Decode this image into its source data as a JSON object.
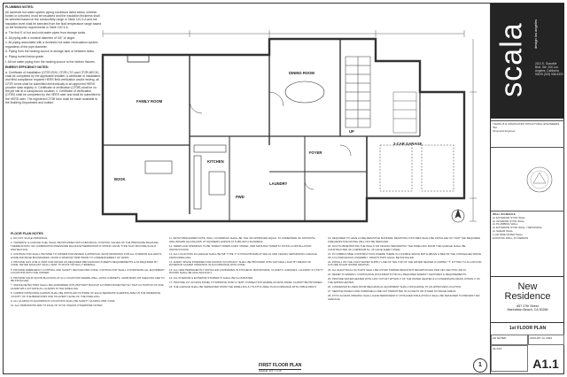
{
  "notes_top": {
    "plumbing_heading": "PLUMBING NOTES:",
    "plumbing_text": "All domestic hot water system piping conditions listed below, whether buried or unburied, must be insulated and the insulation thickness shall be selected based on the conductivity range in Table 120.3-A and the insulation level shall be selected from the fluid temperature range based on the thickness requirements in Table 120.3-A.",
    "plumbing_items": [
      "a. The first 5' of hot and cold-water pipes from storage tanks.",
      "b. All piping with a nominal diameter of 3/4\" or larger.",
      "c. All piping associated with a domestic hot water recirculation system regardless of the pipe diameter.",
      "d. Piping from the heating source to storage tank or between tanks.",
      "e. Piping buried below grade.",
      "f. All hot water piping from the heating source to the kitchen fixtures."
    ],
    "energy_heading": "ENERGY EFFICIENCY NOTES:",
    "energy_text": "a. Certificate of Installation (CF2R-ENV, CF2R-LTG and CF2R-MECH) shall be completed by the applicable installer. A certificate of installation, and field compliance required HERS field verification and/or testing, all CF2R forms shall be submitted electronically to an approved HERS provider data registry. b. Certificate of verification (CF3R) shall be on the job site at a conspicuous location. c. Certificate of verification (CF3R) shall be completed by the HERS rater and shall be submitted to the HERS rater. The registered CF3R form shall be made available to the Building Department and builder."
  },
  "general_notes": {
    "heading": "FLOOR PLAN NOTES",
    "col1": [
      "1. DO NOT SCALE DRAWINGS.",
      "2. OWNER(S) & GARAGE FUEL SHALL BE PROVIDED WITH INDIVIDUAL CONTROL VALVES OF THE PRESSURE BALANCE, THERMOSTATIC OR COMBINATION PRESSURE BALANCE/THERMOSTATIC MIXING VALVE TYPE THAT PROVIDE SCALD PROTECTION.",
      "3. CONTRACTOR SHALL PROVIDE TO OWNER FOR REVIEW & APPROVAL SHOP DRAWINGS FOR ALL INTERIOR HALLWAYS, HOME AND BASE BOUNDARIES, DOOR & WINDOW TRIM PRIOR TO COMMENCEMENT OF WORK.",
      "4. PROVIDE GAS LINE & VENT FOR DRYER AS REQUIRED PER MANUFACTURER'S REQUIREMENTS & AS REQUIRED BY CODE. DRYER EXHAUST SHALL VENT TO ROOF OR WALL TERMINAL.",
      "5. PROVIDE EMERGENCY CONTROL AND SAFETY DEVICES PER CODE. CONTRACTOR SHALL COORDINATE ALL EQUIPMENT LOCATIONS WITH THE OWNER.",
      "6. PROVIDE SOLID WOOD BLOCKING AT ALL LOCATIONS WHERE WALL-HUNG CABINETS, GRAB BARS OR SHELVING ARE TO BE INSTALLED.",
      "7. SMOKE DETECTORS SHALL BE HARDWIRED WITH BATTERY BACKUP & INTERCONNECTED SO THAT ACTUATION OF ONE ALARM WILL ACTIVATE ALL ALARMS IN THE DWELLING.",
      "8. CARBON MONOXIDE ALARMS SHALL BE INSTALLED OUTSIDE OF EACH SEPARATE SLEEPING AREA IN THE IMMEDIATE VICINITY OF THE BEDROOMS AND ON EVERY LEVEL OF THE DWELLING.",
      "9. ALL GLAZING IN HAZARDOUS LOCATIONS SHALL BE SAFETY GLAZING PER CODE.",
      "10. ALL DIMENSIONS ARE TO FACE OF STUD UNLESS OTHERWISE NOTED."
    ],
    "col2": [
      "11. BATHTUB/SHOWER NOTE: WALL COVERINGS SHALL BE TILE OR APPROVED EQUAL TO UNDERSIDE OF OPPOSITE WALLBOARD (GLASS-MAT) AT SHOWERS AND/OR AT TUBS WITH SHOWERS.",
      "12. FIREPLACE OPENINGS TO BE \"DIRECT FIREPLACES\" MODEL, PER MANUFACTURER'S LISTING & INSTALLATION INSTRUCTIONS.",
      "13. ALL LOCATIONS IN GARAGE SHALL BE 5/8\" TYPE 'X' GYPSUM BOARD AT WALLS AND CEILING SEPARATING GARAGE FROM DWELLING.",
      "14. EVERY SPACE INTENDED FOR HUMAN OCCUPANCY SHALL BE PROVIDED WITH NATURAL LIGHT BY MEANS OF EXTERIOR GLAZED OPENINGS IN ACCORDANCE WITH CODE.",
      "15. ALL NEW PERMANENTLY INSTALLED LUMINAIRES IN KITCHENS, BATHROOMS, CLOSETS, GARAGES, LAUNDRY & UTILITY ROOMS SHALL BE HIGH EFFICACY.",
      "16. ALL INTERIOR & EXTERIOR STAIRWAYS SHALL BE ILLUMINATED.",
      "17. PROVIDE 1/2\" ACCESS PANEL TO IMPROVE TRAP & VENT CONNECTION WHERE ACCESS PANEL CANNOT BE PROVIDED.",
      "18. THE GARAGE SHALL BE SEPARATED FROM THE DWELLING & ITS ATTIC AREA IN ACCORDANCE WITH TABLE R302.6."
    ],
    "col3": [
      "19. REQUIRED TO HAVE A FIRE-RESISTIVE MATERIAL RESISTING FIXTURES SHALL BE INSTALLED SO THAT THE REQUIRED FIRE-RESISTIVE RATING WILL NOT BE REDUCED.",
      "20. DUCTS PENETRATING THE WALLS OR CEILING SEPARATING THE DWELLING FROM THE GARAGE SHALL BE CONSTRUCTED OF A MINIMUM No. 26 GAGE SHEET STEEL.",
      "21. IN COMBUSTIBLE CONSTRUCTION WHERE THERE IS A USABLE SPACE BOTH ABOVE & BELOW THE CONCEALED SPACE OF A FLOOR/CEILING ASSEMBLY, DRAFTSTOPS SHALL BE INSTALLED.",
      "22. INSTALL ON THE COLD WATER SUPPLY LINE OF THE TOP OF THE WATER HEATER A CAPPED \"T\" FITTING TO ALLOW FOR FUTURE SOLAR WATER HEATING.",
      "23. ALL ELECTRICAL OUTLETS SHALL BE LISTED TAMPER-RESISTANT RECEPTACLES PER CEC SECTION 406.12.",
      "24. REFER TO ENERGY COMPLIANCE DOCUMENTS FOR ALL REQUIRED ENERGY FEATURES & REQUIREMENTS.",
      "25. PROVIDE WATER HEATER WITH 120V OUTLET WITHIN 3' OF THE WATER HEATER & A CONDENSATE DRAIN WITHIN 2' OF THE WATER HEATER.",
      "26. CONDENSATE LINES FROM MECHANICAL EQUIPMENT SHALL DISCHARGE TO AN APPROVED LOCATION.",
      "27. SERVICE PANELS AND SUBPANELS ARE NOT PERMITTED IN CLOSETS OR OTHER STORAGE AREAS.",
      "28. ATTIC ACCESS OPENING SHALL HAVE PERMANENTLY ATTACHED INSULATION & SHALL BE DESIGNED TO PREVENT AIR LEAKAGE."
    ]
  },
  "rooms": {
    "family_room": "FAMILY ROOM",
    "dining_room": "DINING ROOM",
    "foyer": "FOYER",
    "kitchen": "KITCHEN",
    "book": "BOOK",
    "garage": "2-CAR GARAGE",
    "laundry": "LAUNDRY",
    "pwd": "PWD",
    "up": "UP"
  },
  "title_block": {
    "logo": "scala",
    "logo_sub": "design los angeles",
    "logo_address": "2101 E. Granville Blvd. Ste. 200 Los Angeles, California 90025 (323) 936-5320",
    "consultant": "THANG B & ASSOCIATES STRUCTURAL ENGINEERS, INC.",
    "consultant_detail": "Structural Engineer",
    "wall_legend_heading": "WALL SCHEDULE",
    "wall_legend": [
      "2x EXTERIOR STUD WALL",
      "2x INTERIOR STUD WALL",
      "2x PLUMBING WALL",
      "2x EXTERIOR STUD WALL / RETAINING",
      "2x SHEAR WALL",
      "1-HR FIRE RATED WALL",
      "EXISTING WALL TO REMAIN"
    ],
    "project_name_1": "New",
    "project_name_2": "Residence",
    "project_address_1": "657 27th Street",
    "project_address_2": "Manhattan Beach, CA 90266",
    "sheet_title": "1st FLOOR PLAN",
    "drawn_label": "24-XXX",
    "date_label": "AUGUST 13, 2024",
    "revision_label": "AS NOTED",
    "sheet_number": "A1.1"
  },
  "drawing": {
    "title": "FIRST FLOOR PLAN",
    "scale": "SCALE: 1/4\" = 1'-0\"",
    "number": "1"
  }
}
